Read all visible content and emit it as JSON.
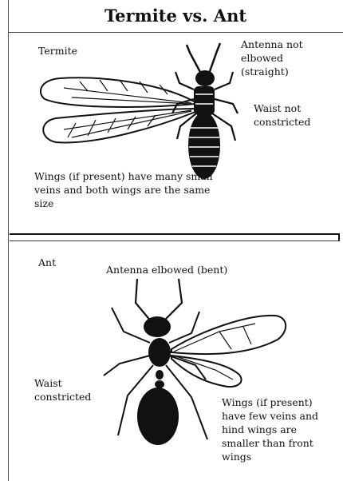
{
  "title": "Termite vs. Ant",
  "termite": {
    "name": "Termite",
    "antenna_note": "Antenna not elbowed (straight)",
    "waist_note": "Waist not constricted",
    "wings_note": "Wings (if present) have many small veins and both wings are the same size"
  },
  "ant": {
    "name": "Ant",
    "antenna_note": "Antenna elbowed (bent)",
    "waist_note": "Waist constricted",
    "wings_note": "Wings (if present) have few veins and hind wings are smaller than front wings"
  }
}
